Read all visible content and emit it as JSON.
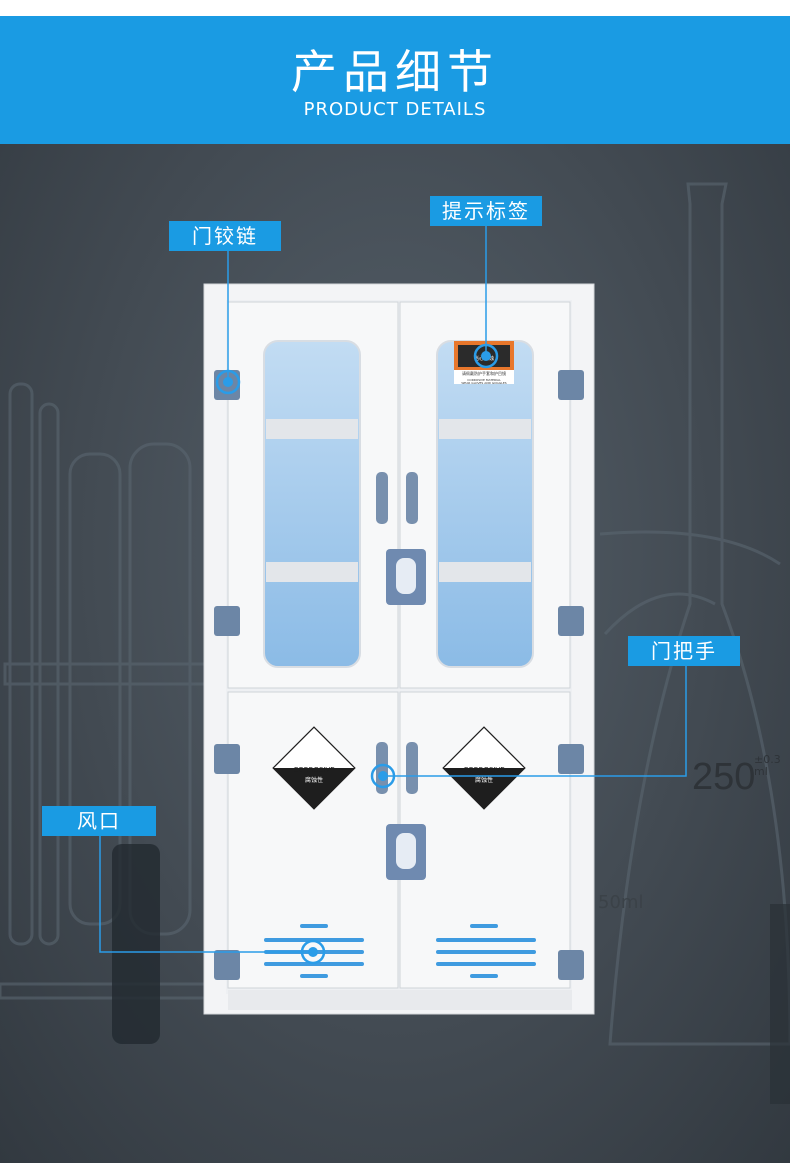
{
  "header": {
    "title": "产品细节",
    "subtitle": "PRODUCT DETAILS"
  },
  "callouts": {
    "hinge": "门铰链",
    "label_sign": "提示标签",
    "handle": "门把手",
    "vent": "风口"
  },
  "background": {
    "measure_main": "250",
    "measure_sup": "±0.3 ml",
    "measure_small": "50ml"
  },
  "signs": {
    "corrosive_en": "CORROSIVE",
    "corrosive_cn": "腐蚀性",
    "warning_title": "当心腐蚀",
    "warning_cn": "请佩戴防护手套和护目镜",
    "warning_en1": "CORROSIVE MATERIAL",
    "warning_en2": "WEAR GLOVES AND GOGGLES"
  },
  "colors": {
    "accent": "#1a9be3",
    "cabinet": "#f3f4f6",
    "fitting": "#6c86a6",
    "glass": "#a9cdee"
  }
}
